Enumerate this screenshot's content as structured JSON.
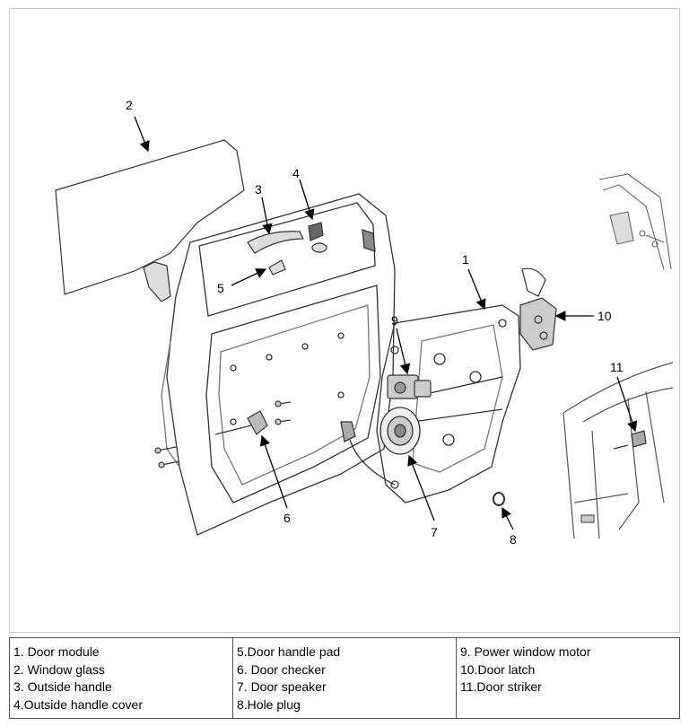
{
  "callouts": [
    "1",
    "2",
    "3",
    "4",
    "5",
    "6",
    "7",
    "8",
    "9",
    "10",
    "11"
  ],
  "legend": {
    "col1": [
      "1. Door module",
      "2. Window glass",
      "3. Outside handle",
      "4.Outside handle cover"
    ],
    "col2": [
      "5.Door handle pad",
      "6. Door checker",
      "7. Door speaker",
      "8.Hole plug"
    ],
    "col3": [
      "9. Power window motor",
      "10.Door latch",
      "11.Door striker"
    ]
  },
  "colors": {
    "line": "#333333",
    "border": "#555555",
    "frame": "#c8c8c8"
  }
}
